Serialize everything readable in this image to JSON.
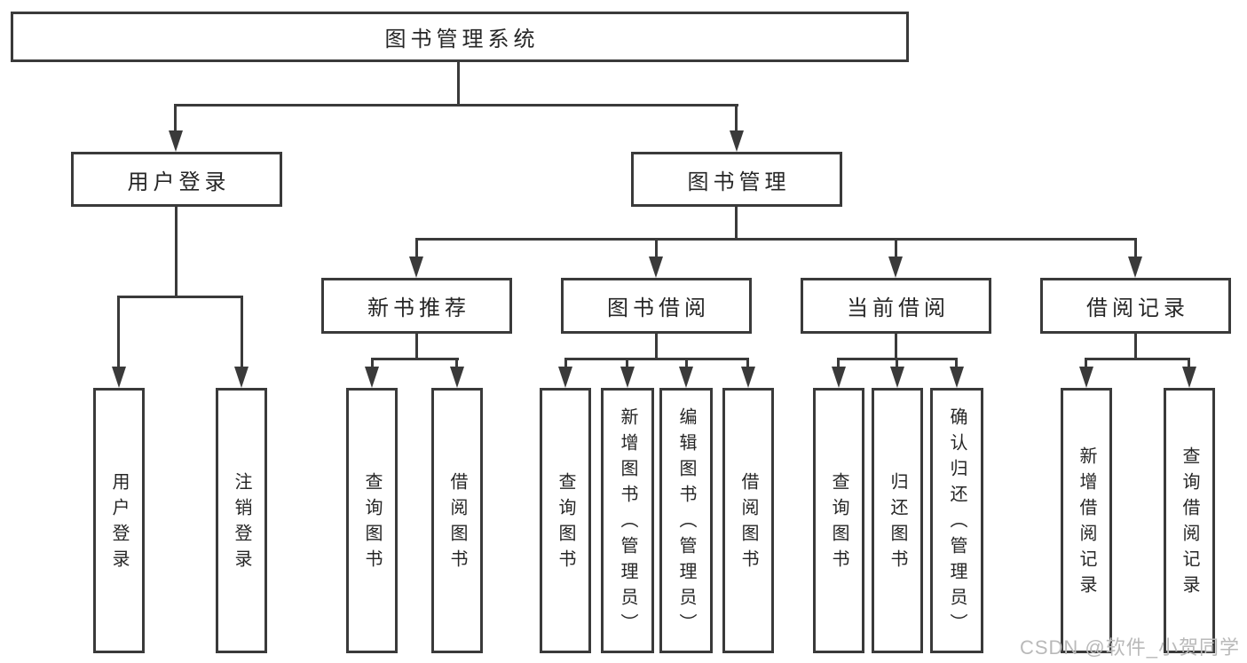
{
  "diagram": {
    "root": {
      "label": "图书管理系统"
    },
    "level2": [
      {
        "label": "用户登录"
      },
      {
        "label": "图书管理"
      }
    ],
    "level3": [
      {
        "label": "新书推荐"
      },
      {
        "label": "图书借阅"
      },
      {
        "label": "当前借阅"
      },
      {
        "label": "借阅记录"
      }
    ],
    "leaves": {
      "user_login": [
        {
          "label": "用户登录"
        },
        {
          "label": "注销登录"
        }
      ],
      "new_book": [
        {
          "label": "查询图书"
        },
        {
          "label": "借阅图书"
        }
      ],
      "book_borrow": [
        {
          "label": "查询图书"
        },
        {
          "label": "新增图书（管理员）"
        },
        {
          "label": "编辑图书（管理员）"
        },
        {
          "label": "借阅图书"
        }
      ],
      "current_borrow": [
        {
          "label": "查询图书"
        },
        {
          "label": "归还图书"
        },
        {
          "label": "确认归还（管理员）"
        }
      ],
      "borrow_record": [
        {
          "label": "新增借阅记录"
        },
        {
          "label": "查询借阅记录"
        }
      ]
    }
  },
  "watermark": {
    "text": "CSDN @软件_小贺同学"
  },
  "colors": {
    "line": "#3a3a3a",
    "text": "#262626",
    "watermark": "#b9b9b9",
    "background": "#ffffff"
  }
}
